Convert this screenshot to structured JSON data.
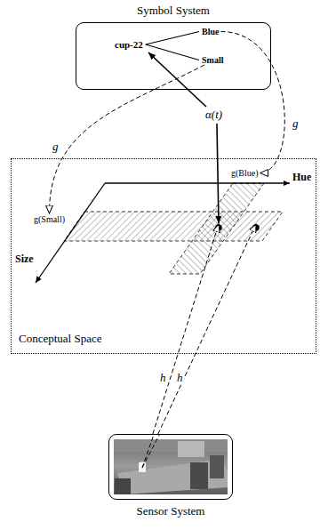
{
  "diagram": {
    "nodes": [
      {
        "text": [
          "Symbol System"
        ]
      },
      {
        "text": [
          "cup-22"
        ],
        "in": 0
      },
      {
        "text": [
          "Blue"
        ],
        "in": 0
      },
      {
        "text": [
          "Small"
        ],
        "in": 0
      },
      {
        "text": [
          "Conceptual Space"
        ]
      },
      {
        "text": [
          "g(Small)"
        ],
        "in": 4
      },
      {
        "text": [
          "g(Blue)"
        ],
        "in": 4
      },
      {
        "text": [
          "Sensor System"
        ]
      }
    ],
    "edges": [
      {
        "from": 1,
        "to": 2,
        "arrow": "none"
      },
      {
        "from": 1,
        "to": 3,
        "arrow": "none"
      },
      {
        "from": 3,
        "to": 5,
        "label": "g",
        "arrow": "to"
      },
      {
        "from": 2,
        "to": 6,
        "label": "g",
        "arrow": "to"
      },
      {
        "from": 7,
        "to": 4,
        "label": "h",
        "arrow": "to"
      },
      {
        "from": 7,
        "to": 4,
        "label": "h",
        "arrow": "to"
      }
    ],
    "labels": [
      "α(t)",
      "Size",
      "Hue"
    ]
  }
}
